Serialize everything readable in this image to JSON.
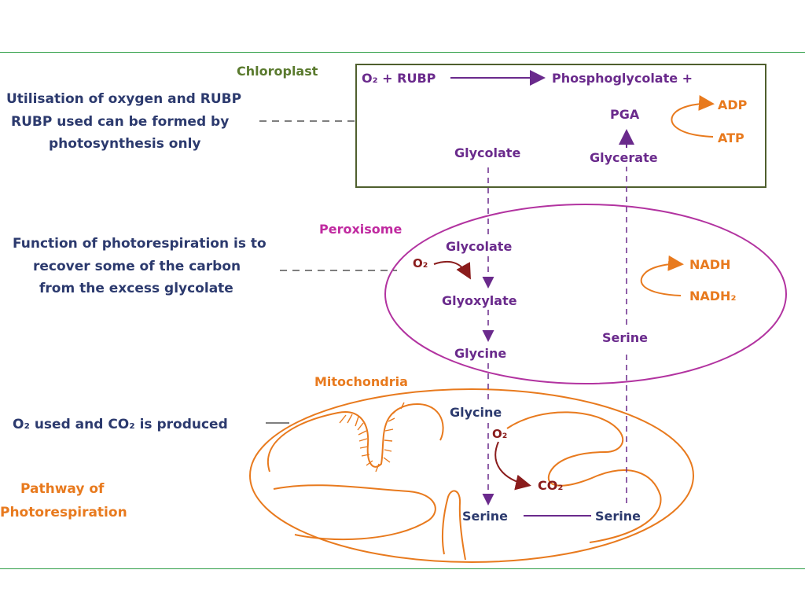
{
  "compartments": {
    "chloroplast": "Chloroplast",
    "peroxisome": "Peroxisome",
    "mitochondria": "Mitochondria"
  },
  "notes": {
    "oxygen_line1": "Utilisation of oxygen and RUBP",
    "oxygen_line2": "RUBP used can be formed by",
    "oxygen_line3": "photosynthesis only",
    "function_line1": "Function of photorespiration is to",
    "function_line2": "recover some of the carbon",
    "function_line3": "from the excess glycolate",
    "co2_note": "O₂ used and CO₂ is produced",
    "pathway_line1": "Pathway of",
    "pathway_line2": "Photorespiration"
  },
  "chloroplast_items": {
    "reactants": "O₂ + RUBP",
    "product": "Phosphoglycolate +",
    "pga": "PGA",
    "adp": "ADP",
    "atp": "ATP",
    "glycolate": "Glycolate",
    "glycerate": "Glycerate"
  },
  "peroxisome_items": {
    "glycolate": "Glycolate",
    "o2": "O₂",
    "glyoxylate": "Glyoxylate",
    "glycine": "Glycine",
    "nadh": "NADH",
    "nadh2": "NADH₂",
    "serine": "Serine"
  },
  "mitochondria_items": {
    "glycine": "Glycine",
    "o2": "O₂",
    "co2": "CO₂",
    "serine_left": "Serine",
    "serine_right": "Serine"
  },
  "colors": {
    "navy": "#2c3a6e",
    "purple": "#6a2a8c",
    "orange": "#e87a1e",
    "green": "#5a7a2e",
    "magenta": "#c02aa0",
    "maroon": "#8a1c1c",
    "divider_green": "#2e9e46"
  }
}
